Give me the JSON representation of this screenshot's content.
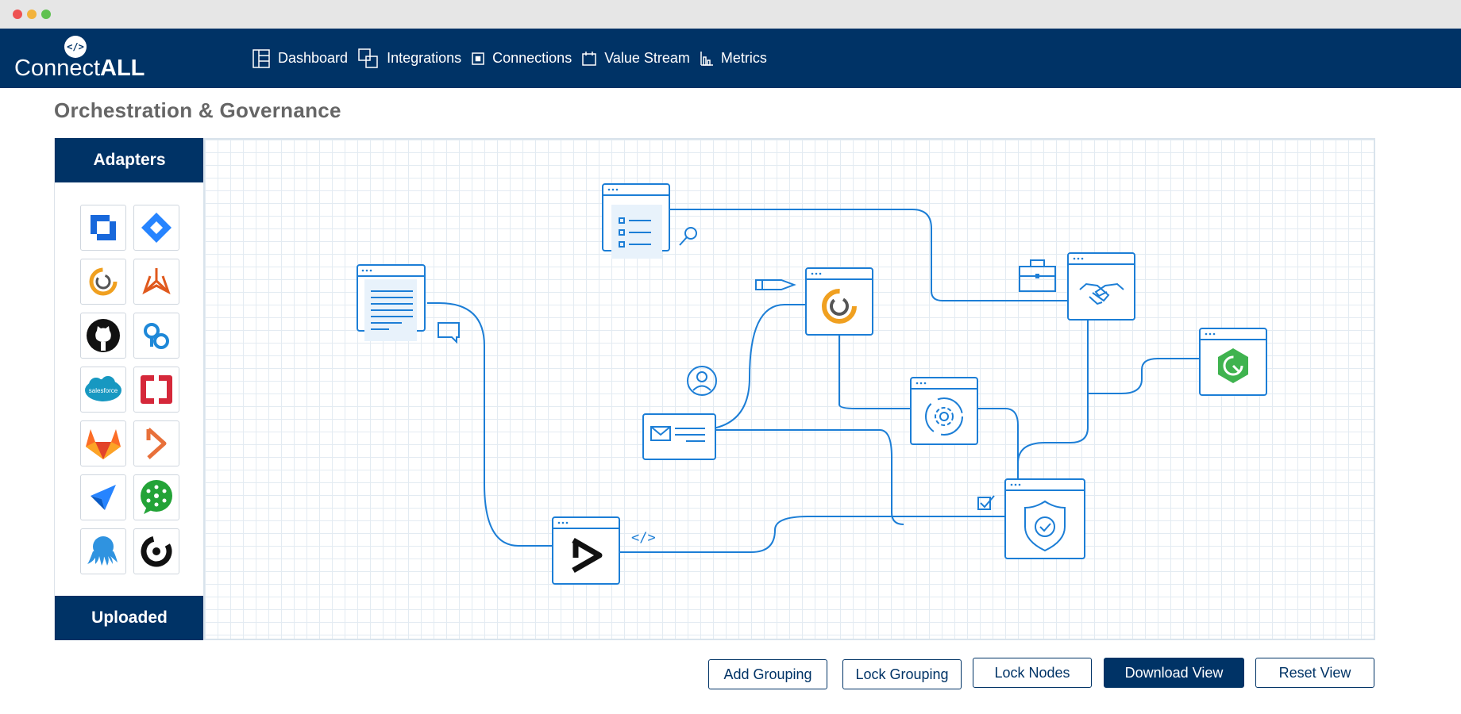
{
  "app": {
    "brand_light": "Connect",
    "brand_bold": "ALL",
    "logo_mark": "</>"
  },
  "nav": {
    "items": [
      {
        "label": "Dashboard",
        "icon": "dashboard-icon"
      },
      {
        "label": "Integrations",
        "icon": "integrations-icon"
      },
      {
        "label": "Connections",
        "icon": "connections-icon"
      },
      {
        "label": "Value Stream",
        "icon": "value-stream-icon"
      },
      {
        "label": "Metrics",
        "icon": "metrics-icon"
      }
    ]
  },
  "page": {
    "title": "Orchestration & Governance"
  },
  "sidebar": {
    "header": "Adapters",
    "footer": "Uploaded",
    "adapters": [
      {
        "icon": "jira-align-icon",
        "color": "#1868db"
      },
      {
        "icon": "jira-icon",
        "color": "#2684ff"
      },
      {
        "icon": "connectall-icon",
        "color": "#f0a020"
      },
      {
        "icon": "hub-icon",
        "color": "#e0591d"
      },
      {
        "icon": "github-icon",
        "color": "#111111"
      },
      {
        "icon": "codefresh-icon",
        "color": "#1e88d8"
      },
      {
        "icon": "salesforce-icon",
        "color": "#1798c1",
        "text": "salesforce"
      },
      {
        "icon": "openshift-icon",
        "color": "#d5283a"
      },
      {
        "icon": "gitlab-icon",
        "color": "#e24329"
      },
      {
        "icon": "bitbucket-pipelines-icon",
        "color": "#e8703a"
      },
      {
        "icon": "azure-icon",
        "color": "#0078d4"
      },
      {
        "icon": "cucumber-icon",
        "color": "#23a337"
      },
      {
        "icon": "octopus-icon",
        "color": "#2f93e0"
      },
      {
        "icon": "circleci-icon",
        "color": "#111111"
      }
    ]
  },
  "diagram": {
    "code_label": "</>",
    "nodes": [
      {
        "name": "document-node",
        "icon": "document-icon"
      },
      {
        "name": "task-list-node",
        "icon": "checklist-icon"
      },
      {
        "name": "connectall-node",
        "icon": "connectall-icon"
      },
      {
        "name": "handshake-node",
        "icon": "handshake-icon"
      },
      {
        "name": "green-sync-node",
        "icon": "green-sync-icon"
      },
      {
        "name": "email-node",
        "icon": "email-icon"
      },
      {
        "name": "process-node",
        "icon": "gear-cycle-icon"
      },
      {
        "name": "shield-node",
        "icon": "shield-check-icon"
      },
      {
        "name": "pipeline-node",
        "icon": "play-logo-icon"
      }
    ]
  },
  "toolbar": {
    "add_grouping": "Add Grouping",
    "lock_grouping": "Lock Grouping",
    "lock_nodes": "Lock Nodes",
    "download_view": "Download View",
    "reset_view": "Reset View"
  },
  "colors": {
    "brand": "#003366",
    "line": "#1c7ed6",
    "grid": "#e3ebf2"
  }
}
